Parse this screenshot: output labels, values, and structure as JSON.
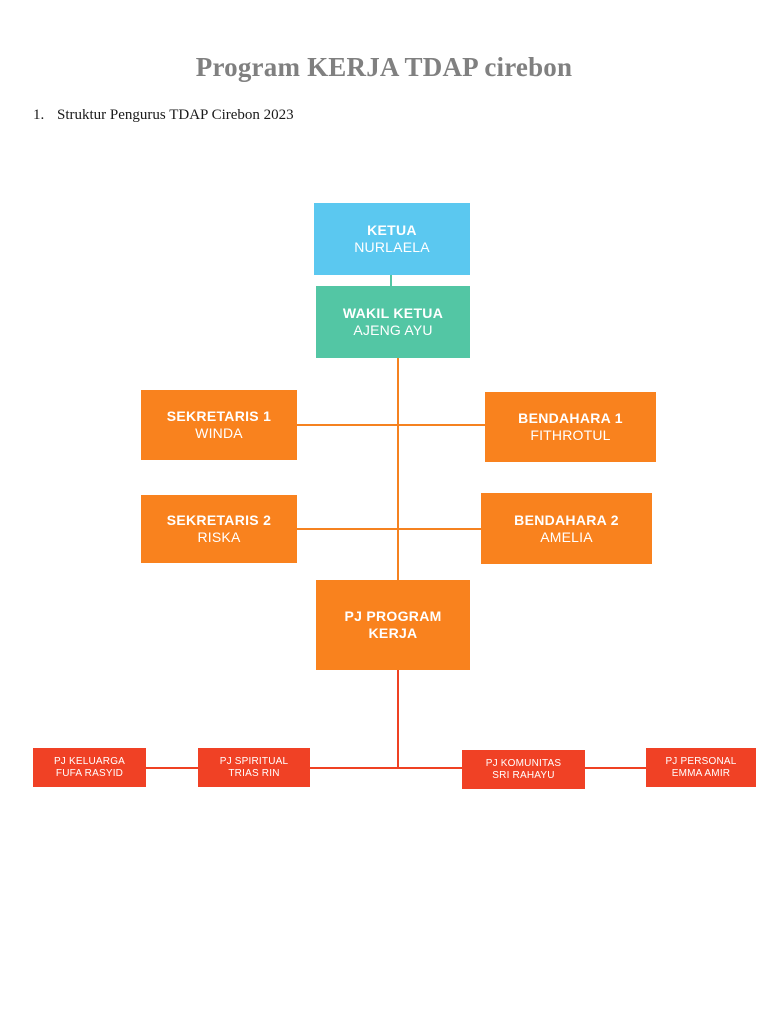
{
  "document": {
    "title": "Program KERJA TDAP cirebon",
    "list_items": [
      {
        "number": "1.",
        "text": "Struktur Pengurus TDAP Cirebon 2023"
      }
    ]
  },
  "colors": {
    "title": "#808080",
    "ketua": "#5BC8F0",
    "wakil": "#53C6A4",
    "orange": "#F9821E",
    "red": "#F04125",
    "connector_orange": "#F58220",
    "connector_red": "#EF4123",
    "text": "#FFFFFF"
  },
  "chart_data": {
    "type": "diagram",
    "title": "Struktur Pengurus TDAP Cirebon 2023",
    "nodes": [
      {
        "id": "ketua",
        "role": "KETUA",
        "person": "NURLAELA",
        "color": "#5BC8F0",
        "level": 0
      },
      {
        "id": "wakil",
        "role": "WAKIL KETUA",
        "person": "AJENG AYU",
        "color": "#53C6A4",
        "level": 1
      },
      {
        "id": "sekretaris1",
        "role": "SEKRETARIS 1",
        "person": "WINDA",
        "color": "#F9821E",
        "level": 2
      },
      {
        "id": "bendahara1",
        "role": "BENDAHARA 1",
        "person": "FITHROTUL",
        "color": "#F9821E",
        "level": 2
      },
      {
        "id": "sekretaris2",
        "role": "SEKRETARIS 2",
        "person": "RISKA",
        "color": "#F9821E",
        "level": 3
      },
      {
        "id": "bendahara2",
        "role": "BENDAHARA 2",
        "person": "AMELIA",
        "color": "#F9821E",
        "level": 3
      },
      {
        "id": "pjprogram",
        "role": "PJ PROGRAM",
        "person": "KERJA",
        "color": "#F9821E",
        "level": 4
      },
      {
        "id": "pjkeluarga",
        "role": "PJ KELUARGA",
        "person": "FUFA RASYID",
        "color": "#F04125",
        "level": 5
      },
      {
        "id": "pjspiritual",
        "role": "PJ SPIRITUAL",
        "person": "TRIAS RIN",
        "color": "#F04125",
        "level": 5
      },
      {
        "id": "pjkomunitas",
        "role": "PJ KOMUNITAS",
        "person": "SRI RAHAYU",
        "color": "#F04125",
        "level": 5
      },
      {
        "id": "pjpersonal",
        "role": "PJ PERSONAL",
        "person": "EMMA AMIR",
        "color": "#F04125",
        "level": 5
      }
    ],
    "edges": [
      {
        "from": "ketua",
        "to": "wakil"
      },
      {
        "from": "wakil",
        "to": "sekretaris1"
      },
      {
        "from": "wakil",
        "to": "bendahara1"
      },
      {
        "from": "wakil",
        "to": "sekretaris2"
      },
      {
        "from": "wakil",
        "to": "bendahara2"
      },
      {
        "from": "wakil",
        "to": "pjprogram"
      },
      {
        "from": "pjprogram",
        "to": "pjkeluarga"
      },
      {
        "from": "pjprogram",
        "to": "pjspiritual"
      },
      {
        "from": "pjprogram",
        "to": "pjkomunitas"
      },
      {
        "from": "pjprogram",
        "to": "pjpersonal"
      }
    ]
  }
}
